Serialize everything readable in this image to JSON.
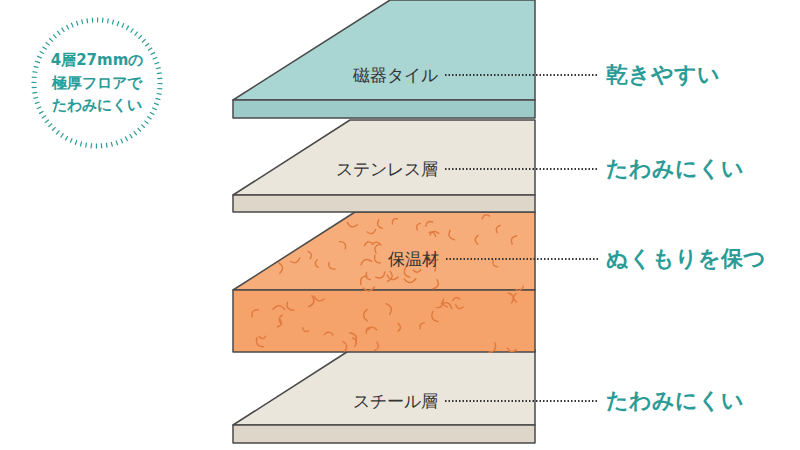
{
  "diagram": {
    "nodes": [
      {
        "text": [
          "4層27mmの 極厚フロアで たわみにくい"
        ]
      },
      {
        "text": [
          "磁器タイル"
        ]
      },
      {
        "text": [
          "ステンレス層"
        ]
      },
      {
        "text": [
          "保温材"
        ]
      },
      {
        "text": [
          "スチール層"
        ]
      }
    ],
    "labels": [
      "乾きやすい",
      "たわみにくい",
      "ぬくもりを保つ",
      "たわみにくい"
    ]
  }
}
